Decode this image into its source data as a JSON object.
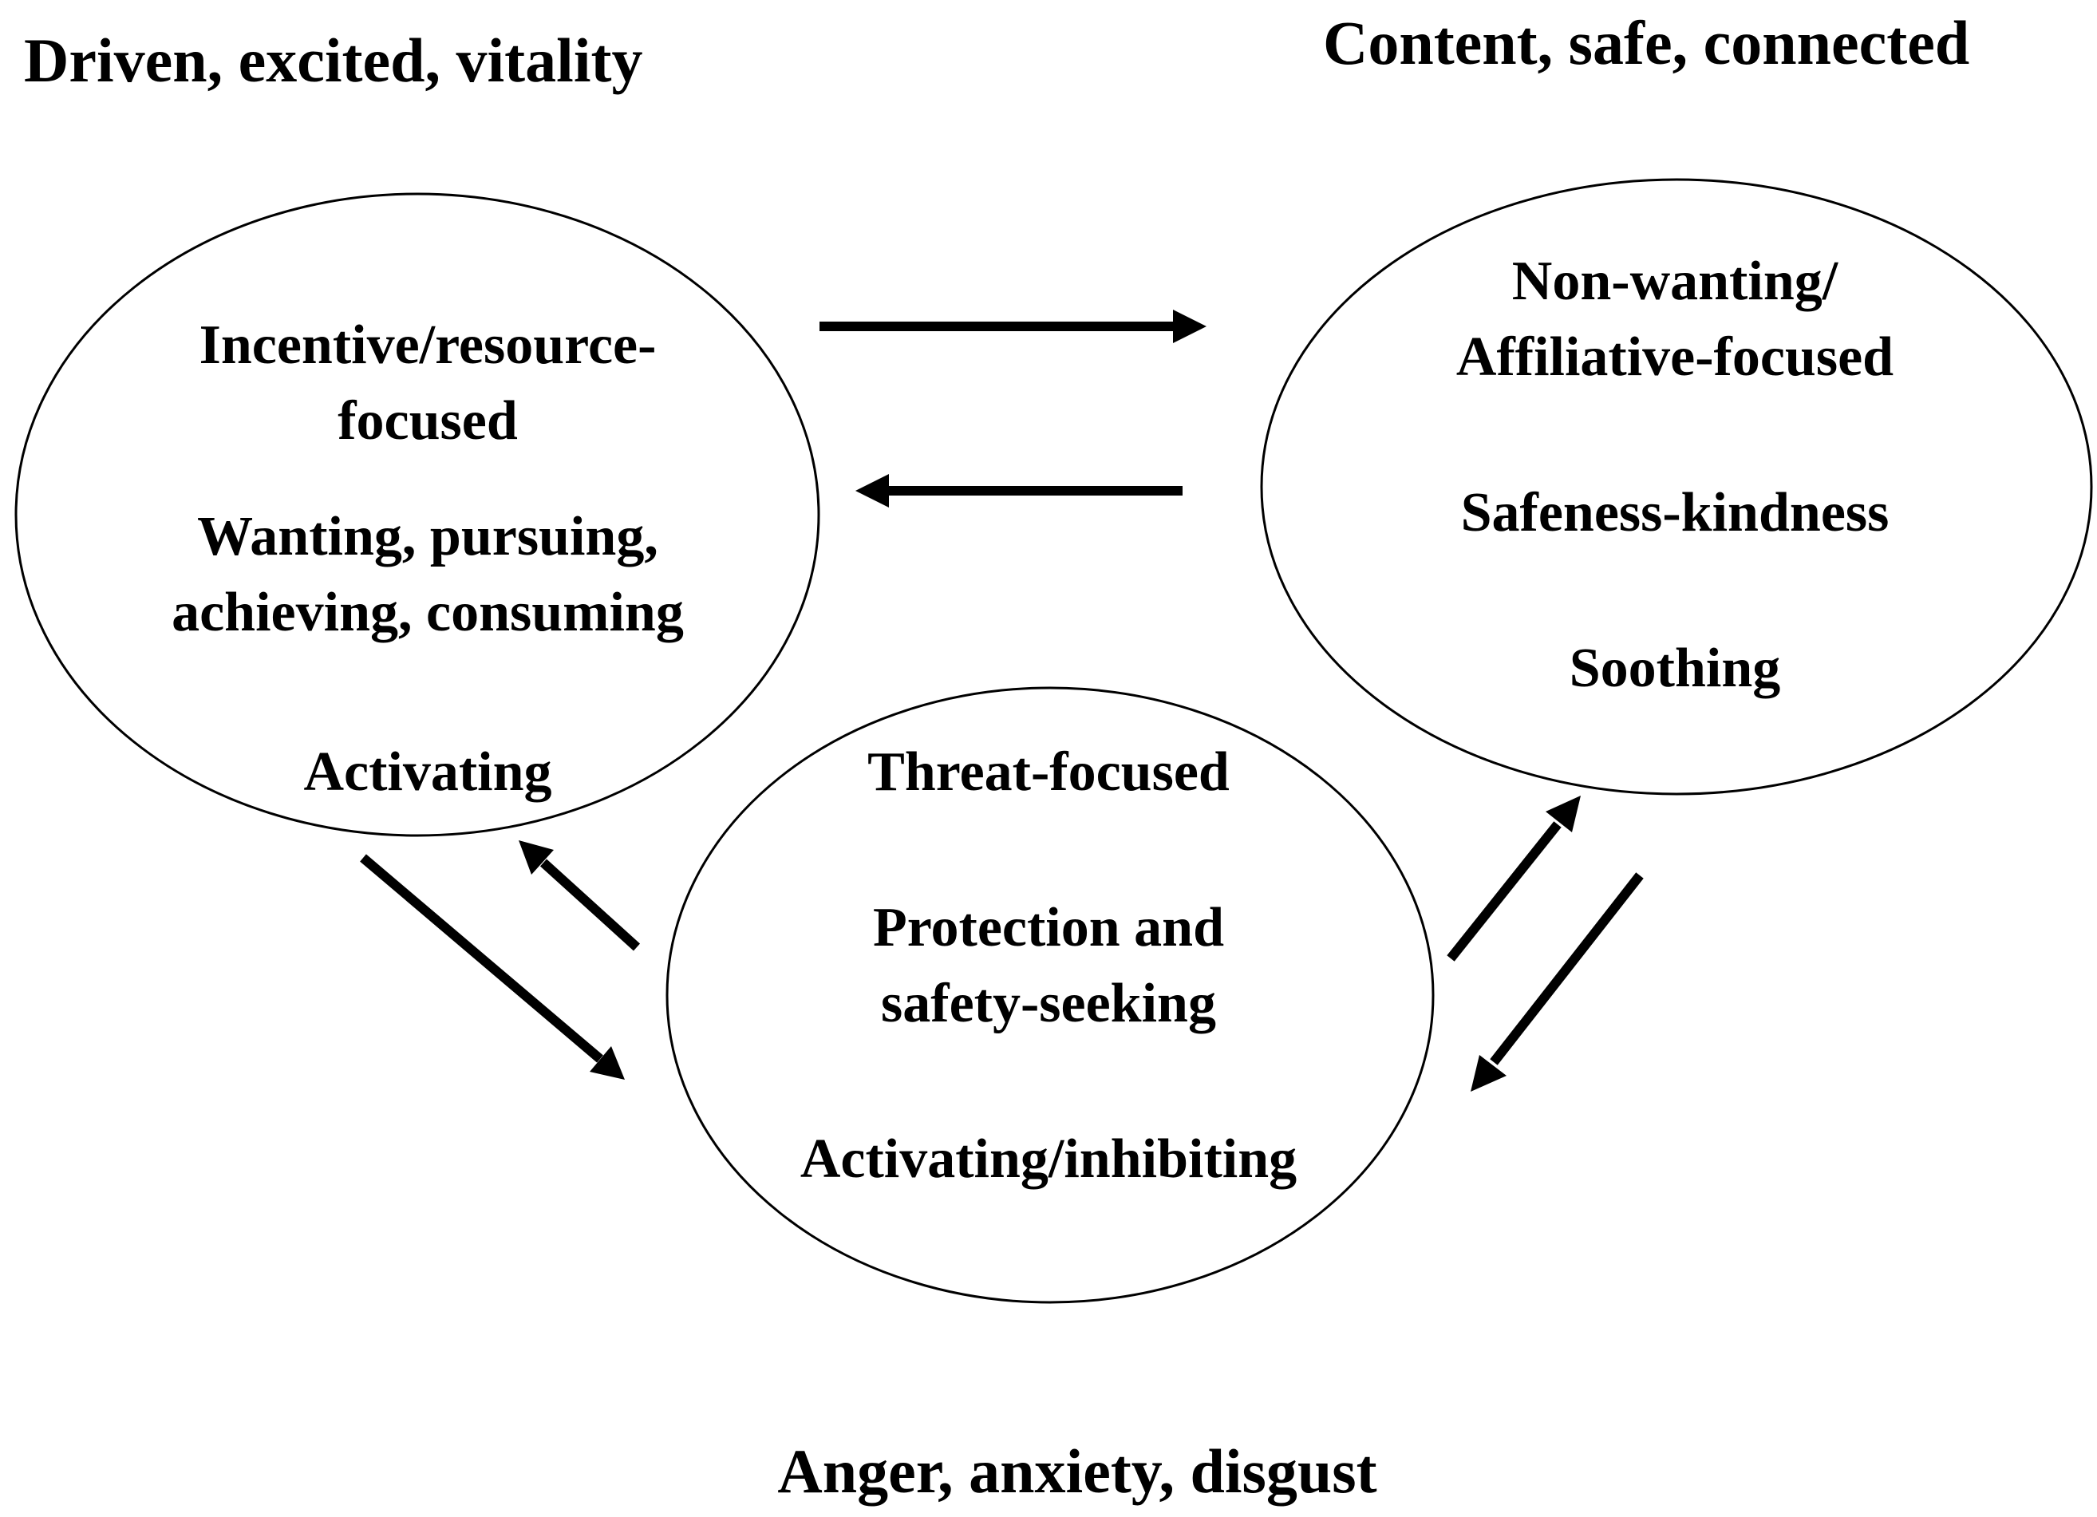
{
  "corner_labels": {
    "top_left": "Driven, excited, vitality",
    "top_right": "Content, safe, connected",
    "bottom": "Anger, anxiety, disgust"
  },
  "drive_system": {
    "line1": "Incentive/resource-",
    "line2": "focused",
    "line3": "Wanting, pursuing,",
    "line4": "achieving, consuming",
    "line5": "Activating"
  },
  "soothing_system": {
    "line1": "Non-wanting/",
    "line2": "Affiliative-focused",
    "line3": "Safeness-kindness",
    "line4": "Soothing"
  },
  "threat_system": {
    "line1": "Threat-focused",
    "line2": "Protection and",
    "line3": "safety-seeking",
    "line4": "Activating/inhibiting"
  },
  "colors": {
    "ink": "#000000",
    "background": "#ffffff"
  }
}
